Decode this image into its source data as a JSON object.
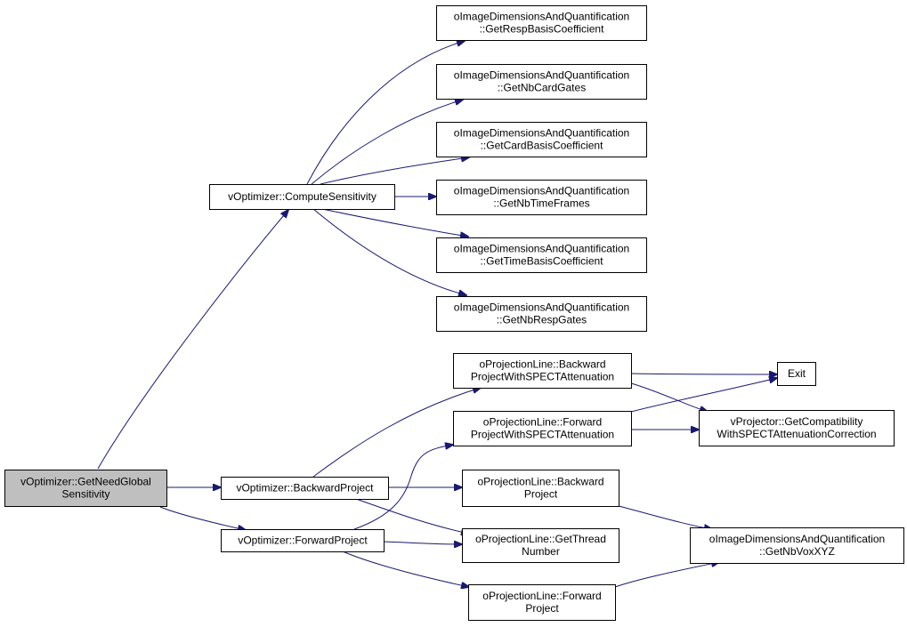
{
  "nodes": [
    {
      "id": "n0",
      "lines": [
        "vOptimizer::GetNeedGlobal",
        "Sensitivity"
      ],
      "root": true
    },
    {
      "id": "n1",
      "lines": [
        "vOptimizer::ComputeSensitivity"
      ]
    },
    {
      "id": "n2",
      "lines": [
        "oImageDimensionsAndQuantification",
        "::GetRespBasisCoefficient"
      ]
    },
    {
      "id": "n3",
      "lines": [
        "oImageDimensionsAndQuantification",
        "::GetNbCardGates"
      ]
    },
    {
      "id": "n4",
      "lines": [
        "oImageDimensionsAndQuantification",
        "::GetCardBasisCoefficient"
      ]
    },
    {
      "id": "n5",
      "lines": [
        "oImageDimensionsAndQuantification",
        "::GetNbTimeFrames"
      ]
    },
    {
      "id": "n6",
      "lines": [
        "oImageDimensionsAndQuantification",
        "::GetTimeBasisCoefficient"
      ]
    },
    {
      "id": "n7",
      "lines": [
        "oImageDimensionsAndQuantification",
        "::GetNbRespGates"
      ]
    },
    {
      "id": "n8",
      "lines": [
        "vOptimizer::BackwardProject"
      ]
    },
    {
      "id": "n9",
      "lines": [
        "vOptimizer::ForwardProject"
      ]
    },
    {
      "id": "n10",
      "lines": [
        "oProjectionLine::Backward",
        "ProjectWithSPECTAttenuation"
      ]
    },
    {
      "id": "n11",
      "lines": [
        "oProjectionLine::Forward",
        "ProjectWithSPECTAttenuation"
      ]
    },
    {
      "id": "n12",
      "lines": [
        "oProjectionLine::Backward",
        "Project"
      ]
    },
    {
      "id": "n13",
      "lines": [
        "oProjectionLine::GetThread",
        "Number"
      ]
    },
    {
      "id": "n14",
      "lines": [
        "oProjectionLine::Forward",
        "Project"
      ]
    },
    {
      "id": "n15",
      "lines": [
        "Exit"
      ]
    },
    {
      "id": "n16",
      "lines": [
        "vProjector::GetCompatibility",
        "WithSPECTAttenuationCorrection"
      ]
    },
    {
      "id": "n17",
      "lines": [
        "oImageDimensionsAndQuantification",
        "::GetNbVoxXYZ"
      ]
    }
  ],
  "edges": [
    [
      "n0",
      "n1"
    ],
    [
      "n0",
      "n8"
    ],
    [
      "n0",
      "n9"
    ],
    [
      "n1",
      "n2"
    ],
    [
      "n1",
      "n3"
    ],
    [
      "n1",
      "n4"
    ],
    [
      "n1",
      "n5"
    ],
    [
      "n1",
      "n6"
    ],
    [
      "n1",
      "n7"
    ],
    [
      "n8",
      "n10"
    ],
    [
      "n8",
      "n12"
    ],
    [
      "n8",
      "n13"
    ],
    [
      "n9",
      "n11"
    ],
    [
      "n9",
      "n13"
    ],
    [
      "n9",
      "n14"
    ],
    [
      "n10",
      "n15"
    ],
    [
      "n10",
      "n16"
    ],
    [
      "n11",
      "n15"
    ],
    [
      "n11",
      "n16"
    ],
    [
      "n12",
      "n17"
    ],
    [
      "n14",
      "n17"
    ]
  ],
  "colors": {
    "edge": "#191970",
    "root_fill": "#bfbfbf",
    "node_fill": "#ffffff",
    "border": "#000000"
  }
}
